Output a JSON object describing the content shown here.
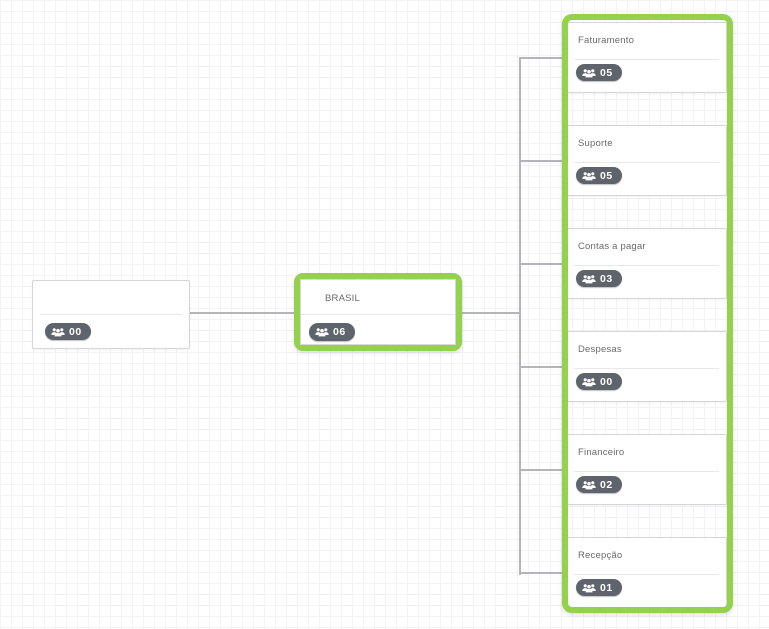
{
  "chart": {
    "type": "org-tree",
    "nodes": {
      "root": {
        "title": "",
        "count": "00"
      },
      "parent": {
        "title": "BRASIL",
        "count": "06"
      },
      "children": [
        {
          "title": "Faturamento",
          "count": "05"
        },
        {
          "title": "Suporte",
          "count": "05"
        },
        {
          "title": "Contas a pagar",
          "count": "03"
        },
        {
          "title": "Despesas",
          "count": "00"
        },
        {
          "title": "Financeiro",
          "count": "02"
        },
        {
          "title": "Recepção",
          "count": "01"
        }
      ]
    },
    "selected": [
      "parent",
      "children-group"
    ]
  },
  "icons": {
    "badge_icon": "users-icon"
  },
  "colors": {
    "selection_green": "#94d14c",
    "badge_bg": "#5f646c",
    "badge_text": "#ffffff",
    "connector": "#b4b4bc",
    "card_border": "#d6d6d6",
    "title_text": "#6a6a6a",
    "grid_line": "#f2f1f6",
    "canvas_bg": "#ffffff"
  }
}
